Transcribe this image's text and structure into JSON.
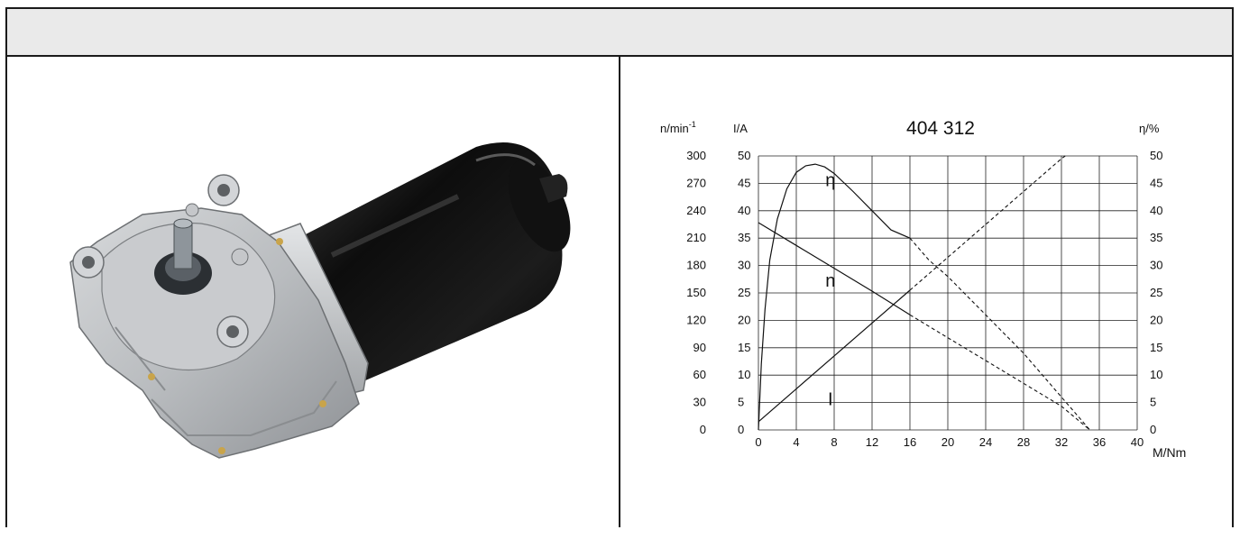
{
  "header": {
    "title": ""
  },
  "photo": {
    "icon": "wiper-motor-photo"
  },
  "chart_data": {
    "type": "line",
    "title": "404 312",
    "xlabel": "M/Nm",
    "x_ticks": [
      "0",
      "4",
      "8",
      "12",
      "16",
      "20",
      "24",
      "28",
      "32",
      "36",
      "40"
    ],
    "xlim": [
      0,
      40
    ],
    "grid": true,
    "axes": {
      "speed": {
        "label": "n/min",
        "label_sup": "-1",
        "range": [
          0,
          300
        ],
        "ticks": [
          "300",
          "270",
          "240",
          "210",
          "180",
          "150",
          "120",
          "90",
          "60",
          "30",
          "0"
        ]
      },
      "current": {
        "label": "I/A",
        "range": [
          0,
          50
        ],
        "ticks": [
          "50",
          "45",
          "40",
          "35",
          "30",
          "25",
          "20",
          "15",
          "10",
          "5",
          "0"
        ]
      },
      "efficiency": {
        "label": "η/%",
        "range": [
          0,
          50
        ],
        "ticks": [
          "50",
          "45",
          "40",
          "35",
          "30",
          "25",
          "20",
          "15",
          "10",
          "5",
          "0"
        ]
      }
    },
    "series": [
      {
        "label": "n",
        "axis": "speed",
        "solid": [
          [
            0,
            227
          ],
          [
            4,
            202
          ],
          [
            8,
            177
          ],
          [
            12,
            152
          ],
          [
            16,
            126
          ]
        ],
        "dashed": [
          [
            16,
            126
          ],
          [
            20,
            101
          ],
          [
            24,
            76
          ],
          [
            28,
            51
          ],
          [
            32,
            26
          ],
          [
            35,
            0
          ]
        ]
      },
      {
        "label": "I",
        "axis": "current",
        "solid": [
          [
            0,
            1.5
          ],
          [
            4,
            7.5
          ],
          [
            8,
            13.5
          ],
          [
            12,
            19.5
          ],
          [
            16,
            25.5
          ]
        ],
        "dashed": [
          [
            16,
            25.5
          ],
          [
            20,
            31.5
          ],
          [
            24,
            37.5
          ],
          [
            28,
            43.5
          ],
          [
            32,
            49.5
          ],
          [
            32.4,
            50
          ]
        ]
      },
      {
        "label": "η",
        "axis": "efficiency",
        "solid": [
          [
            0,
            0
          ],
          [
            0.3,
            12
          ],
          [
            0.7,
            22
          ],
          [
            1.2,
            31
          ],
          [
            2,
            38.5
          ],
          [
            3,
            44
          ],
          [
            4,
            47
          ],
          [
            5,
            48.2
          ],
          [
            6,
            48.5
          ],
          [
            7,
            48
          ],
          [
            8,
            46.8
          ],
          [
            10,
            43.5
          ],
          [
            12,
            40
          ],
          [
            14,
            36.5
          ],
          [
            16,
            35
          ]
        ],
        "dashed": [
          [
            16,
            35
          ],
          [
            18,
            31
          ],
          [
            20,
            28
          ],
          [
            22,
            24.5
          ],
          [
            24,
            21
          ],
          [
            26,
            17.5
          ],
          [
            28,
            14
          ],
          [
            30,
            10
          ],
          [
            32,
            6
          ],
          [
            34,
            2
          ],
          [
            35,
            0
          ]
        ]
      }
    ]
  }
}
